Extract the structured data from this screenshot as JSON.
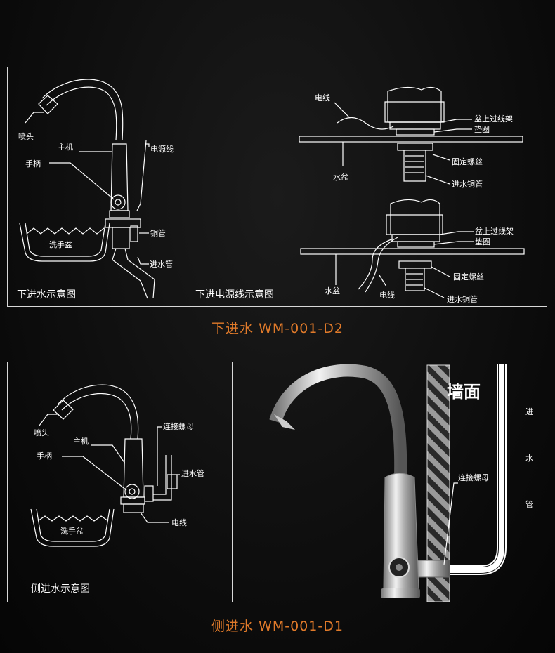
{
  "colors": {
    "background": "#0b0b0b",
    "line": "#ffffff",
    "title": "#e07a2a",
    "stripe": "#8a8a8a"
  },
  "section1": {
    "left": {
      "caption": "下进水示意图",
      "labels": {
        "spout": "喷头",
        "body": "主机",
        "handle": "手柄",
        "power": "电源线",
        "copper": "铜管",
        "inlet": "进水管",
        "basin": "洗手盆"
      }
    },
    "right": {
      "caption": "下进电源线示意图",
      "top": {
        "wire": "电线",
        "bracket": "盆上过线架",
        "gasket": "垫圈",
        "basin": "水盆",
        "screw": "固定螺丝",
        "inlet": "进水铜管"
      },
      "bottom": {
        "bracket": "盆上过线架",
        "gasket": "垫圈",
        "basin": "水盆",
        "wire": "电线",
        "screw": "固定螺丝",
        "inlet": "进水铜管"
      }
    },
    "title": "下进水   WM-001-D2"
  },
  "section2": {
    "left": {
      "caption": "侧进水示意图",
      "labels": {
        "spout": "喷头",
        "body": "主机",
        "handle": "手柄",
        "nut": "连接螺母",
        "inlet": "进水管",
        "basin": "洗手盆",
        "wire": "电线"
      }
    },
    "right": {
      "wall": "墙面",
      "nut": "连接螺母",
      "inlet_vertical": [
        "进",
        "水",
        "管"
      ]
    },
    "title": "侧进水   WM-001-D1"
  }
}
